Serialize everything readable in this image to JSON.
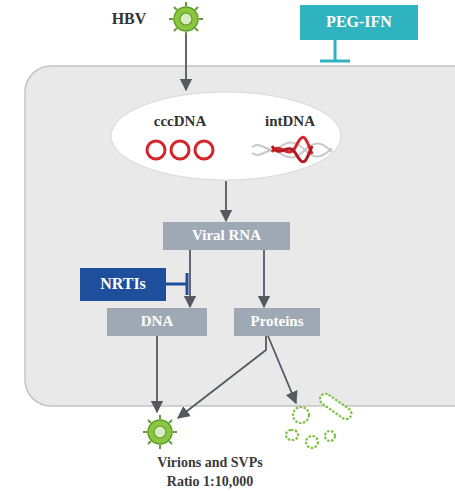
{
  "diagram": {
    "nodes": [
      {
        "text": [
          "HBV"
        ]
      },
      {
        "text": [
          "PEG-IFN"
        ]
      },
      {
        "text": [
          "cccDNA",
          "intDNA"
        ]
      },
      {
        "text": [
          "Viral RNA"
        ]
      },
      {
        "text": [
          "NRTIs"
        ]
      },
      {
        "text": [
          "DNA"
        ]
      },
      {
        "text": [
          "Proteins"
        ]
      }
    ],
    "edges": [
      {
        "from": 0,
        "to": 2,
        "arrow": "to"
      },
      {
        "from": 2,
        "to": 3,
        "arrow": "to"
      },
      {
        "from": 3,
        "to": 5,
        "arrow": "to"
      },
      {
        "from": 3,
        "to": 6,
        "arrow": "to"
      }
    ],
    "labels": [
      "Virions and SVPs",
      "Ratio 1:10,000"
    ]
  }
}
